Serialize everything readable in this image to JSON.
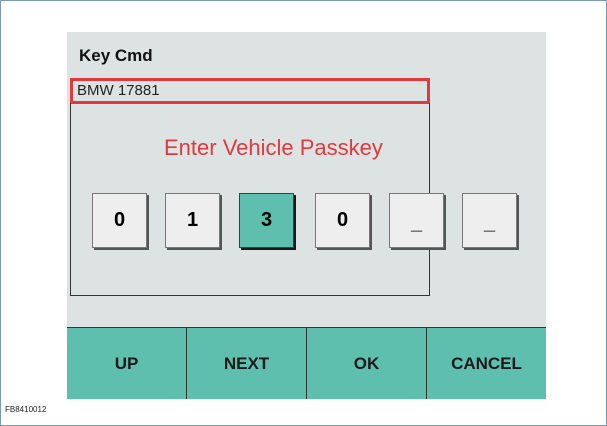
{
  "screen": {
    "title": "Key Cmd",
    "vehicle_id": "BMW 17881",
    "heading": "Enter Vehicle Passkey"
  },
  "passkey": {
    "digits": [
      "0",
      "1",
      "3",
      "0",
      "_",
      "_"
    ],
    "active_index": 2
  },
  "buttons": {
    "up": "UP",
    "next": "NEXT",
    "ok": "OK",
    "cancel": "CANCEL"
  },
  "figure_code": "FB8410012",
  "colors": {
    "accent": "#5ebfaf",
    "highlight": "#e03a3e",
    "screen_bg": "#dde3e3"
  }
}
